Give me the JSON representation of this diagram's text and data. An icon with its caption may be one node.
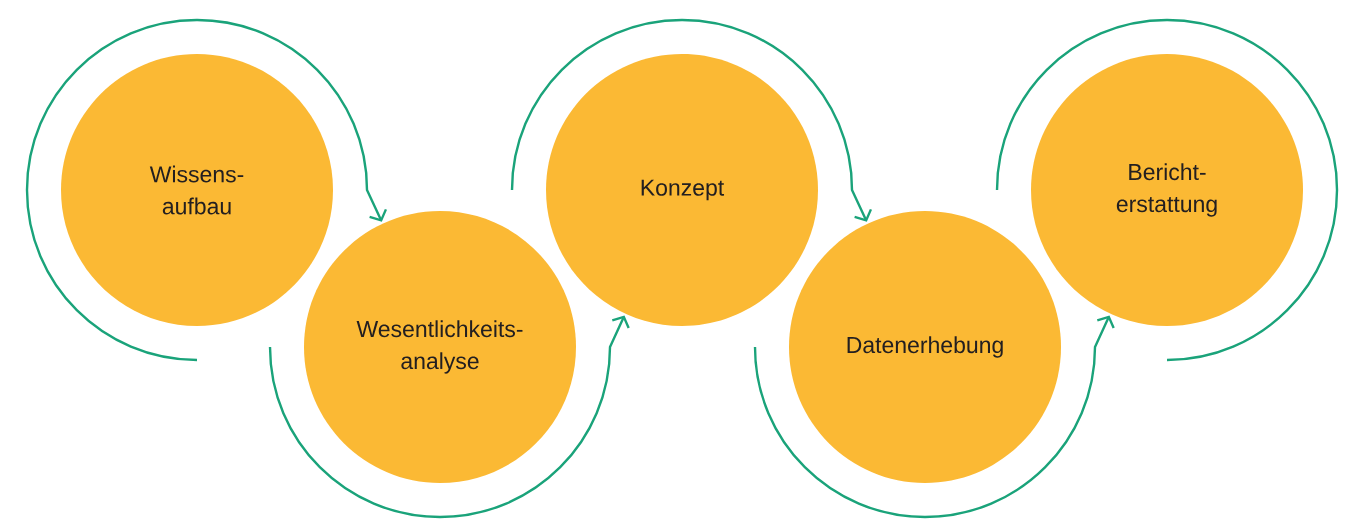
{
  "diagram": {
    "nodes": [
      {
        "text": [
          "Wissens- aufbau"
        ]
      },
      {
        "text": [
          "Wesentlichkeits- analyse"
        ]
      },
      {
        "text": [
          "Konzept"
        ]
      },
      {
        "text": [
          "Datenerhebung"
        ]
      },
      {
        "text": [
          "Bericht- erstattung"
        ]
      }
    ],
    "edges": [
      {
        "from": 0,
        "to": 1,
        "arrow": "to"
      },
      {
        "from": 1,
        "to": 2,
        "arrow": "to"
      },
      {
        "from": 2,
        "to": 3,
        "arrow": "to"
      },
      {
        "from": 3,
        "to": 4,
        "arrow": "to"
      },
      {
        "from": 4,
        "to": null,
        "arrow": "none"
      }
    ]
  }
}
